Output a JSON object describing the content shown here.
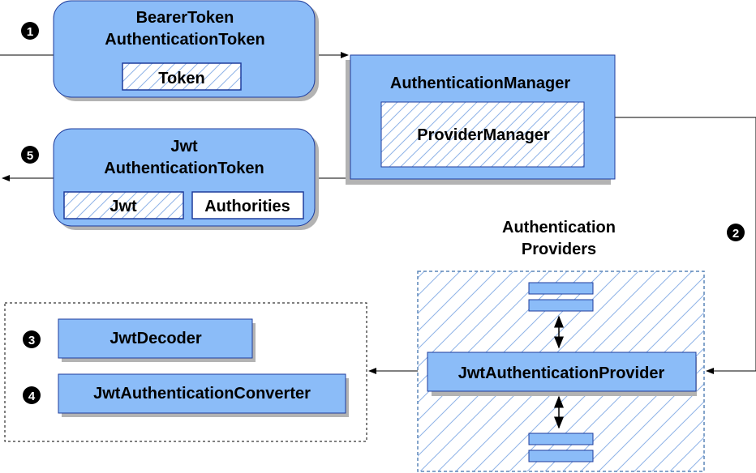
{
  "nodes": {
    "bearer_token": {
      "line1": "BearerToken",
      "line2": "AuthenticationToken",
      "inner": "Token"
    },
    "auth_manager": {
      "title": "AuthenticationManager",
      "inner": "ProviderManager"
    },
    "jwt_token": {
      "line1": "Jwt",
      "line2": "AuthenticationToken",
      "inner_left": "Jwt",
      "inner_right": "Authorities"
    },
    "providers_group": {
      "line1": "Authentication",
      "line2": "Providers"
    },
    "jwt_provider": {
      "label": "JwtAuthenticationProvider"
    },
    "jwt_decoder": {
      "label": "JwtDecoder"
    },
    "jwt_converter": {
      "label": "JwtAuthenticationConverter"
    }
  },
  "steps": [
    "1",
    "2",
    "3",
    "4",
    "5"
  ],
  "colors": {
    "box_fill": "#8bbcf8",
    "box_stroke": "#1f3d9c",
    "shadow": "#b3b3b3",
    "hatch": "#8fb3e8",
    "group_stroke": "#5c86b8"
  }
}
